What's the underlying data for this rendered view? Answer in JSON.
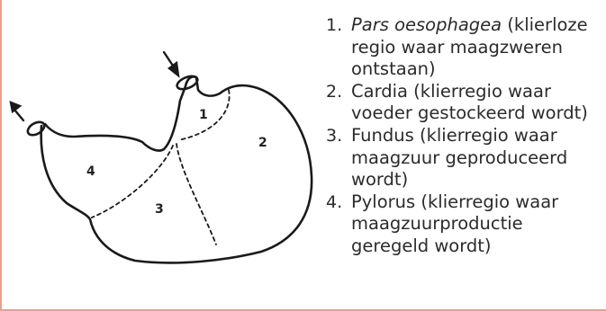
{
  "diagram": {
    "region_labels": [
      "1",
      "2",
      "3",
      "4"
    ]
  },
  "legend": [
    {
      "number": "1.",
      "term": "Pars oesophagea",
      "description": " (klierloze regio waar maagzweren ontstaan)"
    },
    {
      "number": "2.",
      "term": "",
      "description": "Cardia (klierregio waar voeder gestockeerd wordt)"
    },
    {
      "number": "3.",
      "term": "",
      "description": "Fundus (klierregio waar maagzuur geproduceerd wordt)"
    },
    {
      "number": "4.",
      "term": "",
      "description": "Pylorus (klierregio waar maagzuurproductie geregeld wordt)"
    }
  ],
  "colors": {
    "frame": "#e8a08a",
    "ink": "#1a1a1a",
    "text": "#2b2b2b"
  }
}
